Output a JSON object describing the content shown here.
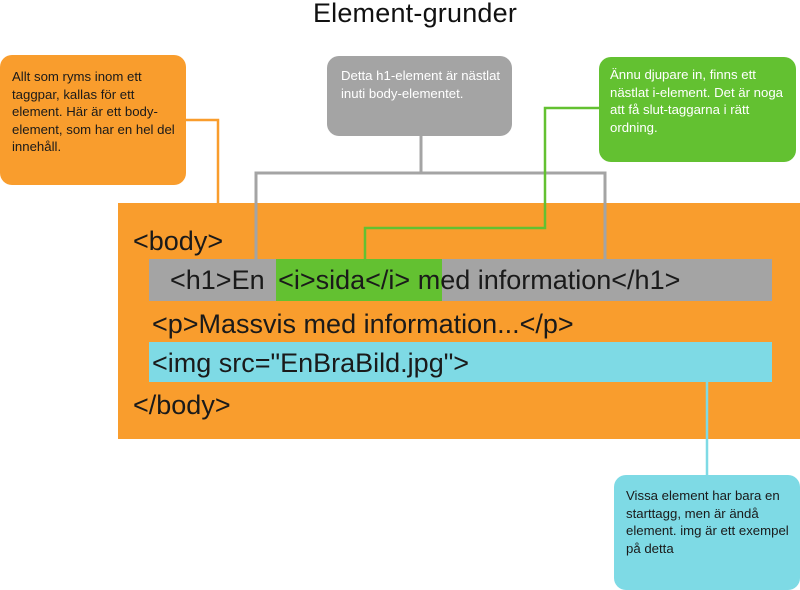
{
  "title": "Element-grunder",
  "callouts": {
    "body": "Allt som ryms inom ett taggpar, kallas för ett element. Här är ett body-element, som har en hel del innehåll.",
    "h1": "Detta h1-element är nästlat inuti body-elementet.",
    "i": "Ännu djupare in, finns ett nästlat i-element. Det är noga att få slut-taggarna i rätt ordning.",
    "img": "Vissa element har bara en starttagg, men är ändå element. img är ett exempel på detta"
  },
  "code": {
    "body_open": "<body>",
    "h1_open": "<h1>En ",
    "i_part": "<i>sida</i>",
    "h1_rest": " med information</h1>",
    "p_line": "<p>Massvis med information...</p>",
    "img_line": "<img src=\"EnBraBild.jpg\">",
    "body_close": "</body>"
  },
  "colors": {
    "orange": "#F99D2D",
    "gray": "#A4A4A4",
    "green": "#63C131",
    "cyan": "#7EDAE5"
  }
}
